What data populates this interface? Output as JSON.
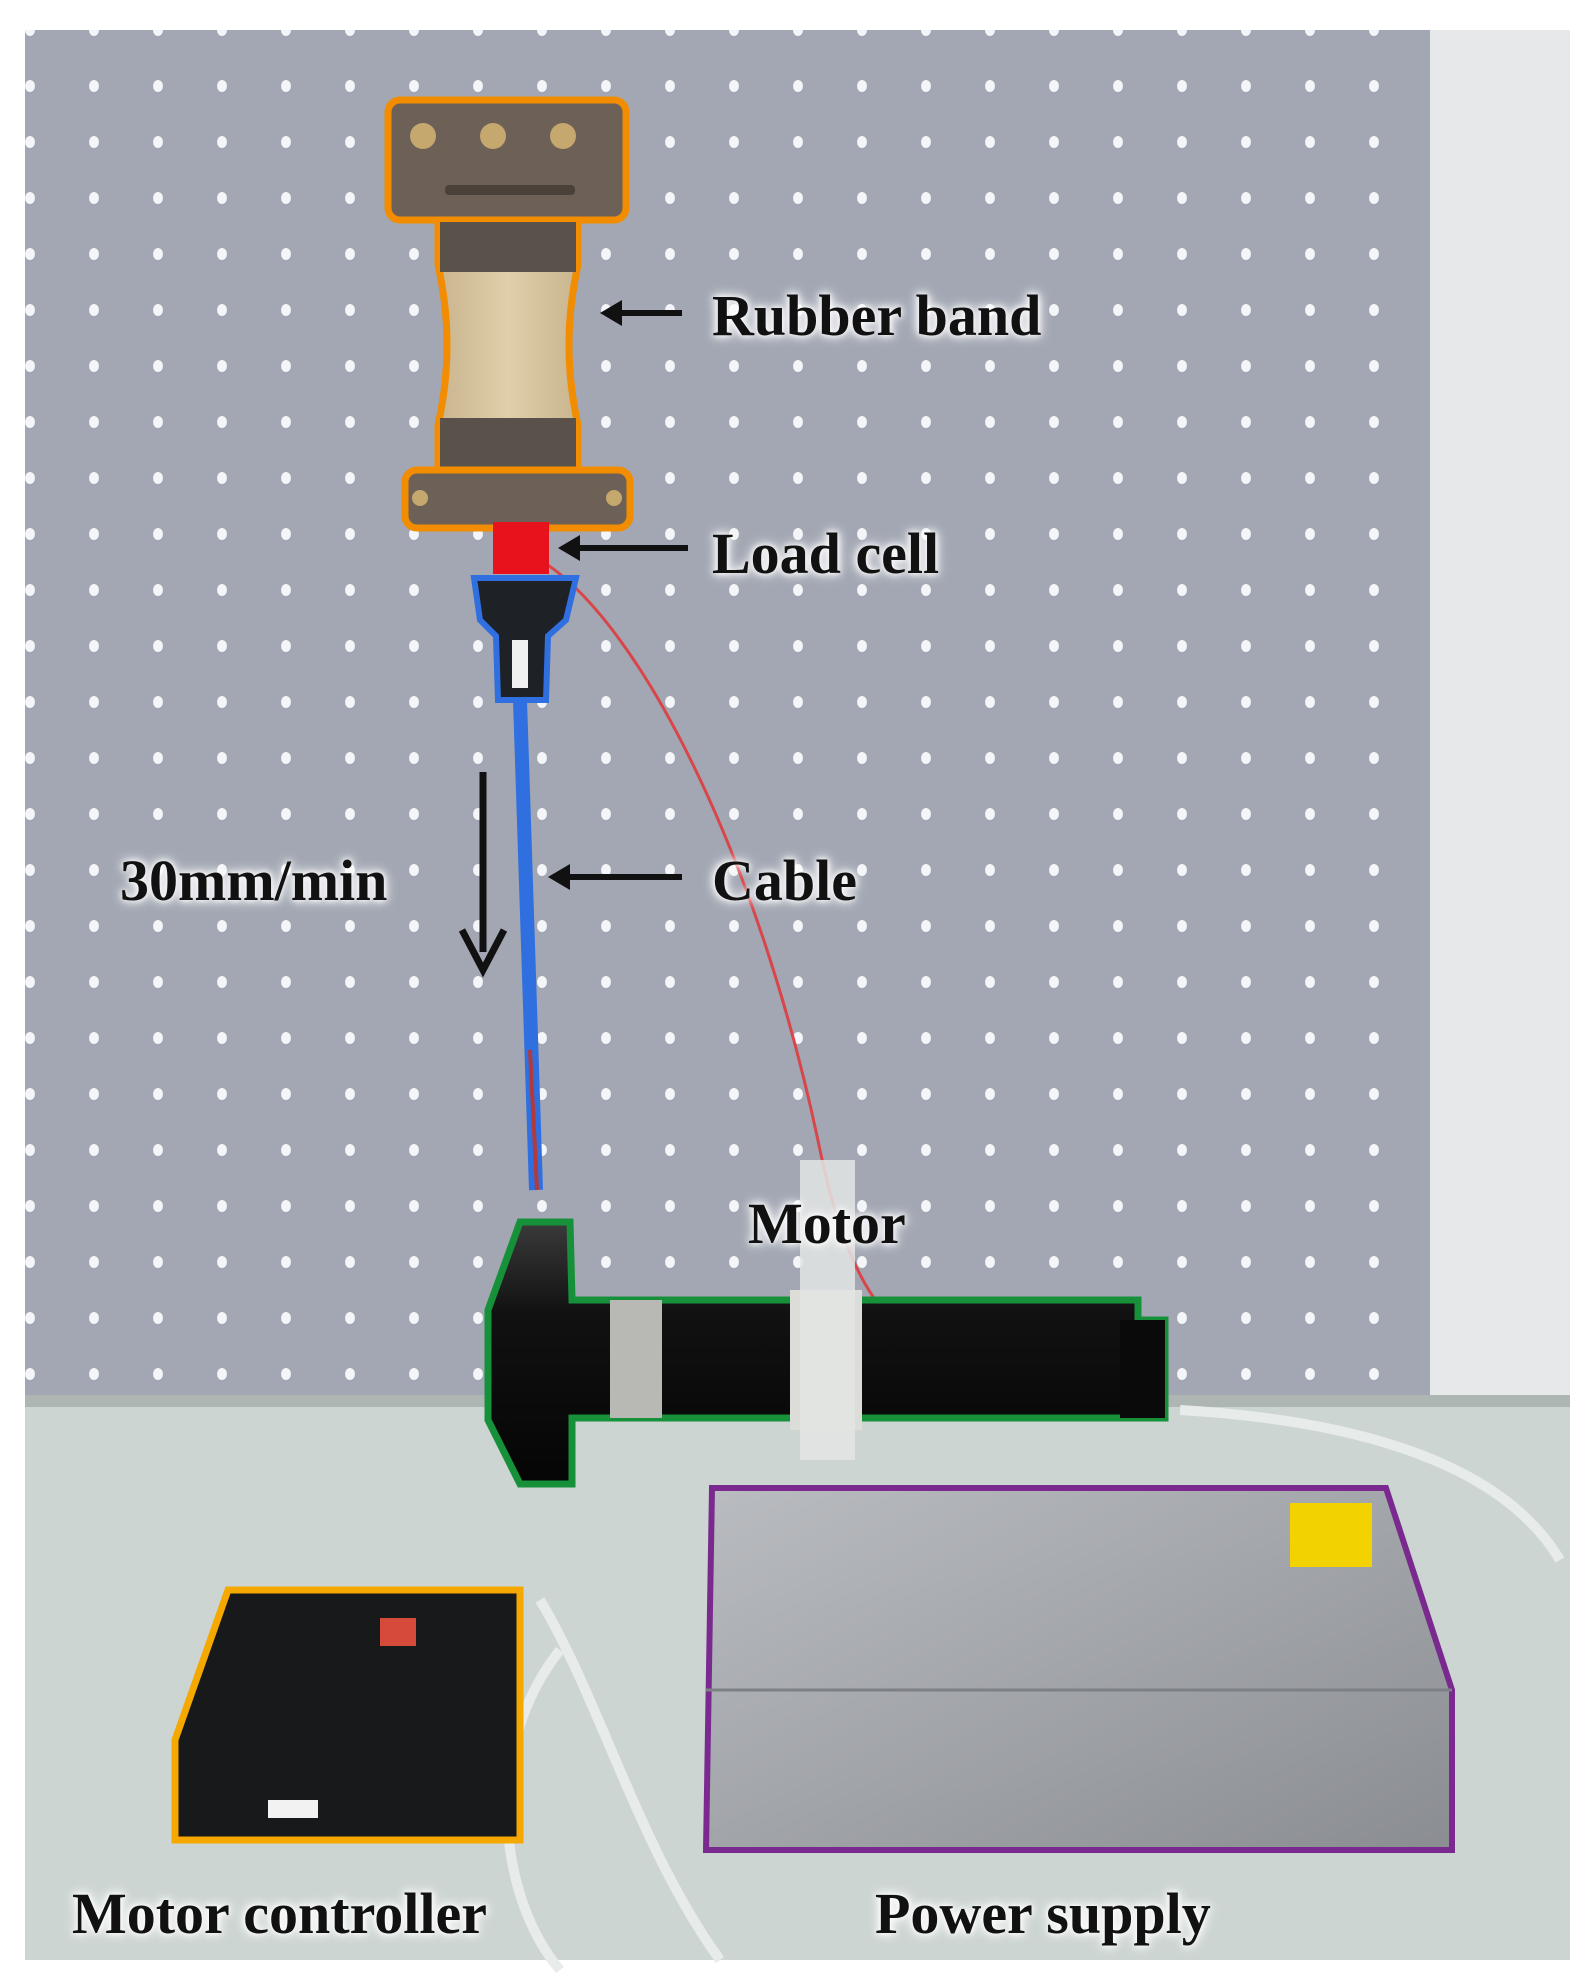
{
  "labels": {
    "rubber_band": "Rubber band",
    "load_cell": "Load cell",
    "cable": "Cable",
    "speed": "30mm/min",
    "motor": "Motor",
    "motor_controller": "Motor controller",
    "power_supply": "Power supply"
  },
  "colors": {
    "rubber_band_outline": "#f28c00",
    "load_cell": "#e8121c",
    "cable_outline": "#2f6fe0",
    "motor_outline": "#16913a",
    "motor_controller_outline": "#f5a800",
    "power_supply_outline": "#7a2a8f",
    "pegboard": "#9ea3b0",
    "table": "#c9d2d0",
    "annotation": "#111111"
  }
}
